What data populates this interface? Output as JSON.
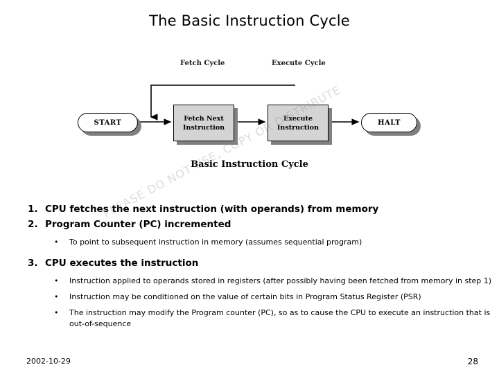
{
  "slide": {
    "title": "The Basic Instruction Cycle"
  },
  "diagram": {
    "caption": "Basic Instruction Cycle",
    "phase_labels": {
      "fetch": "Fetch Cycle",
      "execute": "Execute Cycle"
    },
    "nodes": {
      "start": "START",
      "fetch_line1": "Fetch Next",
      "fetch_line2": "Instruction",
      "execute_line1": "Execute",
      "execute_line2": "Instruction",
      "halt": "HALT"
    },
    "colors": {
      "box_fill": "#d4d4d4",
      "box_border": "#000000",
      "shadow": "#808080",
      "terminator_fill": "#ffffff"
    }
  },
  "watermark": {
    "text": "PLEASE DO NOT USE, COPY OR DISTRIBUTE"
  },
  "content": {
    "items": [
      {
        "marker": "1.",
        "text": "CPU fetches the next instruction (with operands) from memory"
      },
      {
        "marker": "2.",
        "text": "Program Counter (PC) incremented"
      }
    ],
    "bullet_after_2": "To point to subsequent instruction in memory (assumes sequential program)",
    "item3": {
      "marker": "3.",
      "text": "CPU executes the instruction"
    },
    "bullets3": [
      "Instruction applied to operands stored in registers (after possibly having been fetched from memory in step 1)",
      "Instruction may be conditioned on the value of certain bits in Program Status Register (PSR)",
      "The instruction may modify the Program counter (PC), so as to cause the CPU to execute an instruction that is out-of-sequence"
    ],
    "bullet_glyph": "•"
  },
  "footer": {
    "date": "2002-10-29",
    "page": "28"
  }
}
